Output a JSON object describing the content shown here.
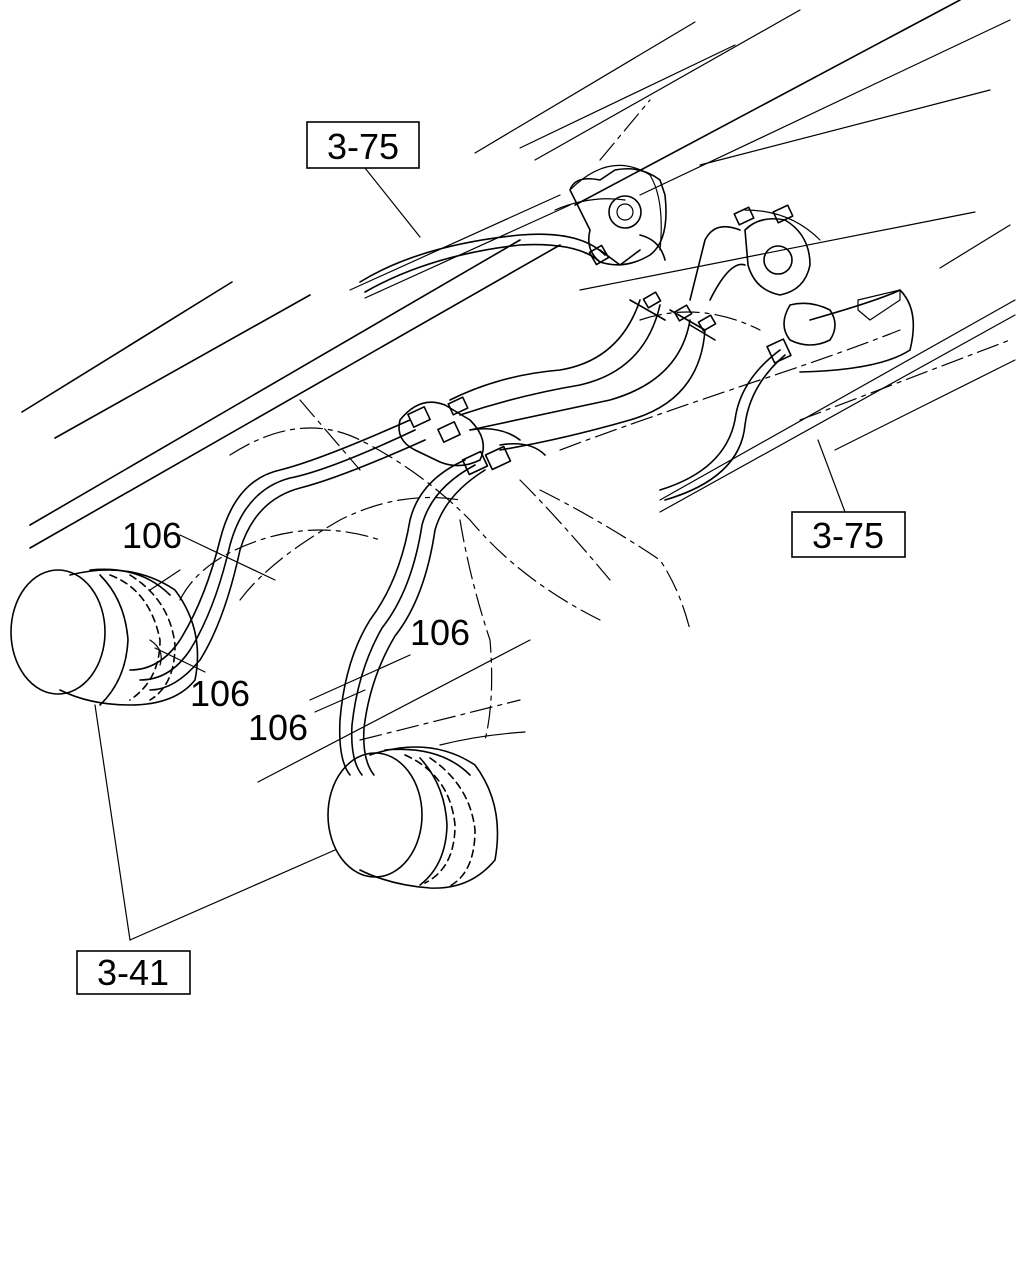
{
  "references": {
    "ref_top": "3-75",
    "ref_right": "3-75",
    "ref_bottom": "3-41"
  },
  "callouts": {
    "c1": "106",
    "c2": "106",
    "c3": "106",
    "c4": "106"
  }
}
